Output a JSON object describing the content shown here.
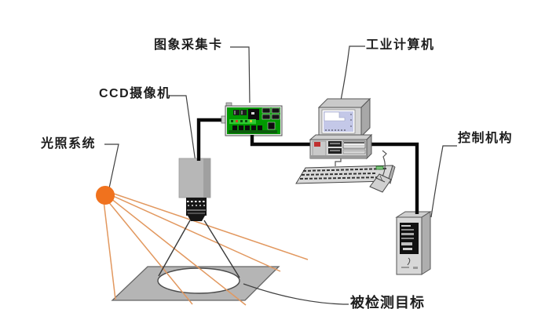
{
  "diagram": {
    "type": "machine-vision-system-schematic",
    "labels": {
      "capture_card": "图象采集卡",
      "industrial_computer": "工业计算机",
      "ccd_camera": "CCD摄像机",
      "lighting_system": "光照系统",
      "control_mechanism": "控制机构",
      "target": "被检测目标"
    },
    "components": [
      {
        "icon": "image-capture-card-icon",
        "label": "图象采集卡"
      },
      {
        "icon": "industrial-computer-icon",
        "label": "工业计算机"
      },
      {
        "icon": "ccd-camera-icon",
        "label": "CCD摄像机"
      },
      {
        "icon": "light-source-icon",
        "label": "光照系统"
      },
      {
        "icon": "control-tower-icon",
        "label": "控制机构"
      },
      {
        "icon": "target-plate-icon",
        "label": "被检测目标"
      }
    ],
    "colors": {
      "light_ray_orange": "#E2985F",
      "light_source_orange": "#F0721E",
      "pcb_green": "#009900",
      "pcb_bright_green": "#2FC832",
      "plate_gray": "#B5B5B5",
      "screen_lavender": "#C4C8E8",
      "cable_black": "#0A0A0A",
      "case_red_badge": "#C03030"
    }
  }
}
